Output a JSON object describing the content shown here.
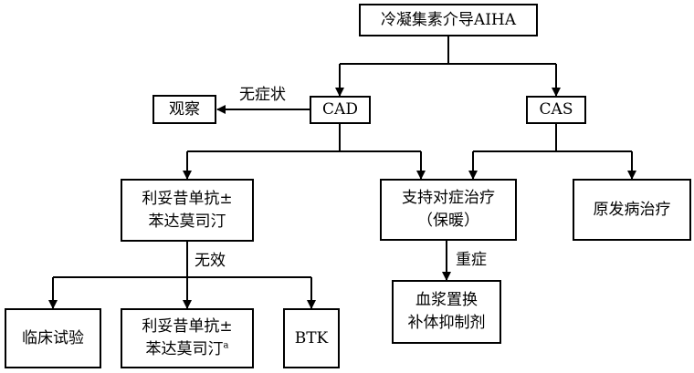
{
  "nodes": {
    "root": {
      "text": "冷凝集素介导AIHA"
    },
    "cad": {
      "text": "CAD"
    },
    "cas": {
      "text": "CAS"
    },
    "observe": {
      "text": "观察"
    },
    "rituximab_bendamustine": {
      "line1": "利妥昔单抗±",
      "line2": "苯达莫司汀"
    },
    "supportive": {
      "line1": "支持对症治疗",
      "line2": "（保暖）"
    },
    "primary_disease": {
      "text": "原发病治疗"
    },
    "clinical_trial": {
      "text": "临床试验"
    },
    "rituximab_bendamustine_repeat": {
      "line1": "利妥昔单抗±",
      "line2": "苯达莫司汀",
      "footnote": "a"
    },
    "btk": {
      "text": "BTK"
    },
    "plasma_exchange": {
      "line1": "血浆置换",
      "line2": "补体抑制剂"
    }
  },
  "edge_labels": {
    "asymptomatic": "无症状",
    "ineffective": "无效",
    "severe": "重症"
  },
  "colors": {
    "line": "#000000",
    "background": "#ffffff"
  }
}
